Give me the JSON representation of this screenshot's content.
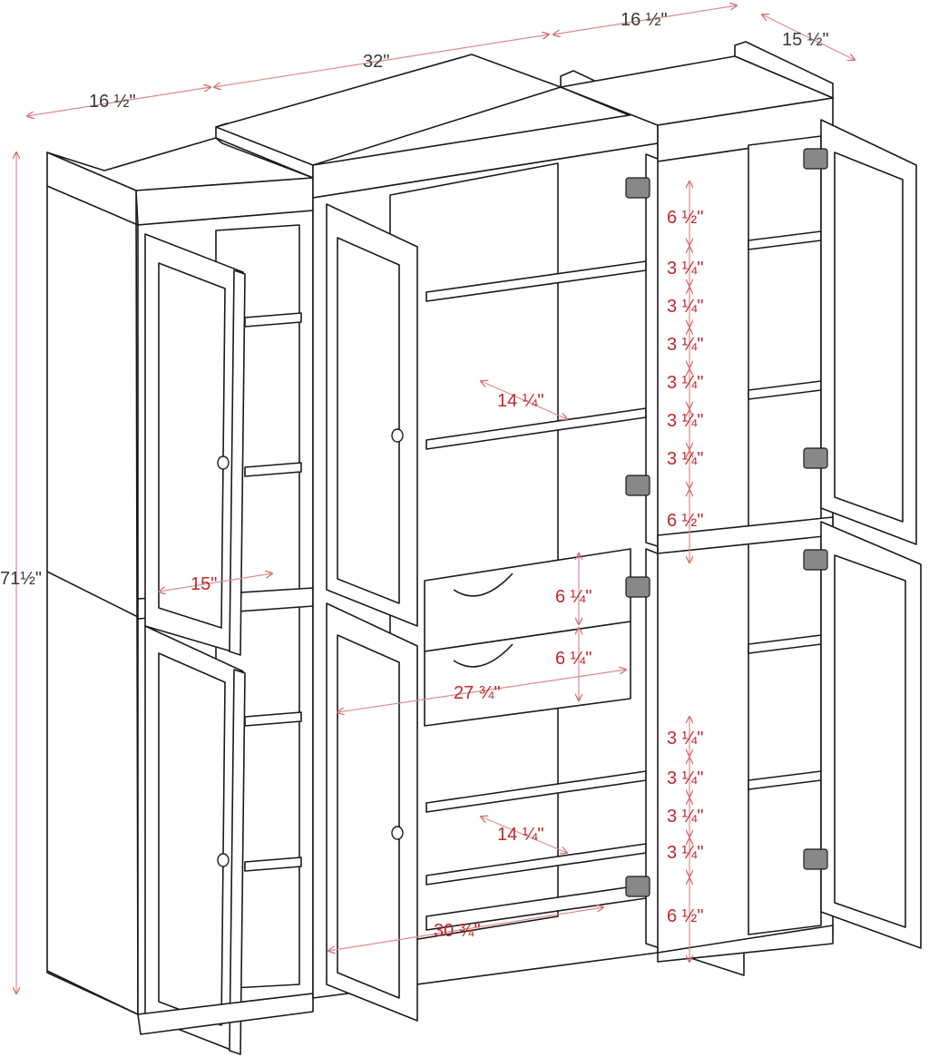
{
  "colors": {
    "line": "#1a1a1a",
    "dimension": "#c0282d",
    "dimension_line": "#e08a8c",
    "panel": "#ffffff",
    "top_label": "#3a3a3a",
    "hardware": "#555555"
  },
  "dimensions": {
    "top_left_depth": "16 ½\"",
    "top_center_width": "32\"",
    "top_right_width": "16 ½\"",
    "top_right_depth": "15 ½\"",
    "overall_height": "71½\"",
    "left_shelf_depth": "15\"",
    "upper_shelf_width": "14 ¼\"",
    "lower_shelf_width": "14 ¼\"",
    "drawer_height_1": "6 ¼\"",
    "drawer_height_2": "6 ¼\"",
    "drawer_width": "27 ¾\"",
    "base_width": "30 ¾\"",
    "upper_spacing_top": "6 ½\"",
    "upper_spacing_1": "3 ¼\"",
    "upper_spacing_2": "3 ¼\"",
    "upper_spacing_3": "3 ¼\"",
    "upper_spacing_4": "3 ¼\"",
    "upper_spacing_5": "3 ¼\"",
    "upper_spacing_6": "3 ¼\"",
    "upper_spacing_bottom": "6 ½\"",
    "lower_spacing_1": "3 ¼\"",
    "lower_spacing_2": "3 ¼\"",
    "lower_spacing_3": "3 ¼\"",
    "lower_spacing_4": "3 ¼\"",
    "lower_spacing_bottom": "6 ½\""
  }
}
